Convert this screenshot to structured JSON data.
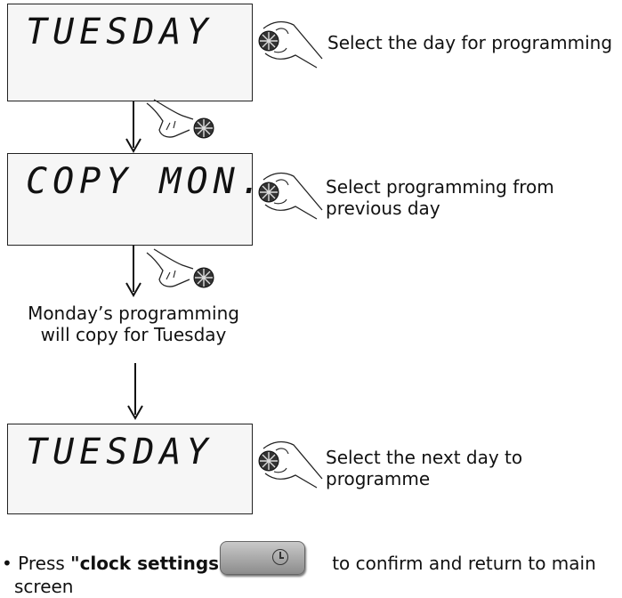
{
  "steps": [
    {
      "display": "TUESDAY",
      "instruction": [
        "Select the day for programming"
      ]
    },
    {
      "display": "COPY MON.",
      "instruction": [
        "Select programming from",
        "previous day"
      ]
    },
    {
      "display": "TUESDAY",
      "instruction": [
        "Select the next day to",
        "programme"
      ]
    }
  ],
  "copy_caption": [
    "Monday’s programming",
    "will copy for Tuesday"
  ],
  "footer": {
    "bullet": "•",
    "press": "Press",
    "button_name": "\"clock settings\"",
    "after_button": "to confirm and return to main",
    "continuation": "screen"
  },
  "icons": [
    "dial-turn-icon",
    "dial-press-icon",
    "clock-icon"
  ]
}
